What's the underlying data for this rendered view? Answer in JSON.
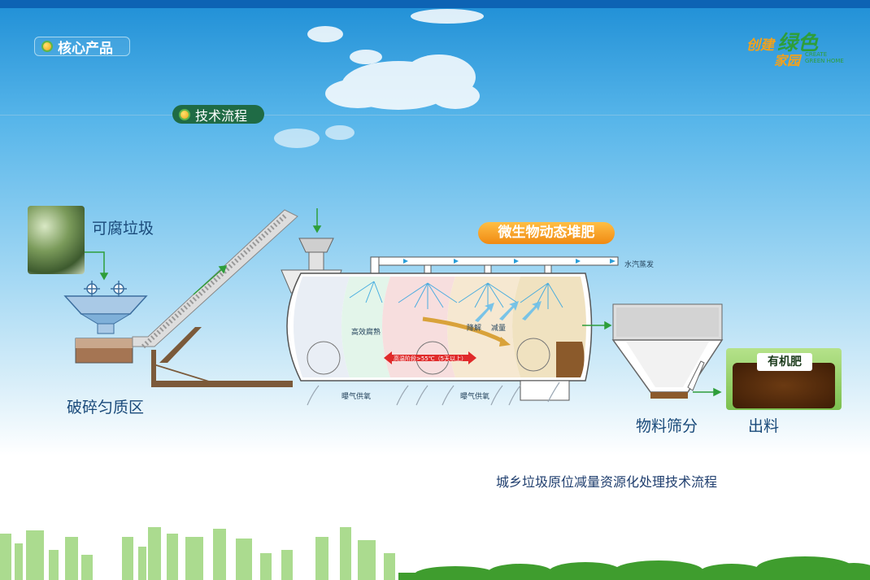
{
  "header": {
    "section_badge": "核心产品",
    "subsection_badge": "技术流程"
  },
  "logo": {
    "line1_a": "创建",
    "line1_b": "绿色",
    "line2": "家园",
    "english": "CREATE GREEN HOME"
  },
  "diagram": {
    "input_label": "可腐垃圾",
    "crush_label": "破碎匀质区",
    "compost_label": "微生物动态堆肥",
    "vapor_label": "水汽蒸发",
    "zone_label_1": "高效腐熟",
    "high_temp_label": "高温阶段>55℃（5天以上）",
    "degrade_label": "降解",
    "reduce_label": "减量",
    "aeration_label_1": "曝气供氧",
    "aeration_label_2": "曝气供氧",
    "screen_label": "物料筛分",
    "output_label": "出料",
    "product_tag": "有机肥"
  },
  "caption": "城乡垃圾原位减量资源化处理技术流程",
  "colors": {
    "top_bar": "#0d63b4",
    "badge_dark_green": "#1f6b45",
    "compost_badge_orange": "#f08a12",
    "arrow_green": "#2e9e3a",
    "text_blue": "#1a4a7a"
  }
}
